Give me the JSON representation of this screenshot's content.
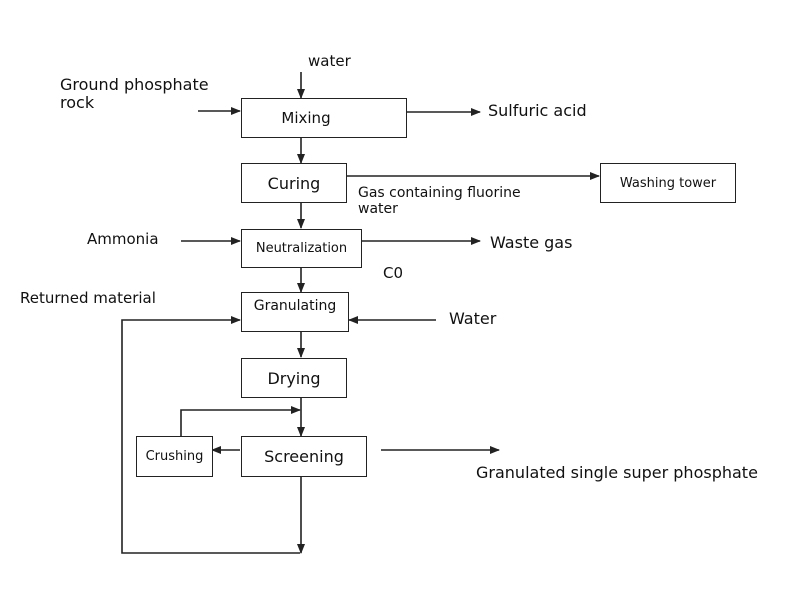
{
  "diagram": {
    "type": "process-flowchart",
    "steps": {
      "mixing": "Mixing",
      "curing": "Curing",
      "neutralization": "Neutralization",
      "granulating": "Granulating",
      "drying": "Drying",
      "screening": "Screening",
      "crushing": "Crushing",
      "washing_tower": "Washing tower"
    },
    "inputs": {
      "water_top": "water",
      "ground_phosphate_rock": [
        "Ground phosphate",
        "rock"
      ],
      "ammonia": "Ammonia",
      "returned_material": "Returned material",
      "water_granulating": "Water"
    },
    "outputs": {
      "sulfuric_acid": "Sulfuric acid",
      "gas_fluorine": [
        "Gas containing fluorine",
        "water"
      ],
      "waste_gas": "Waste gas",
      "co": "C0",
      "product": "Granulated single super phosphate"
    },
    "stroke_color": "#222222"
  }
}
